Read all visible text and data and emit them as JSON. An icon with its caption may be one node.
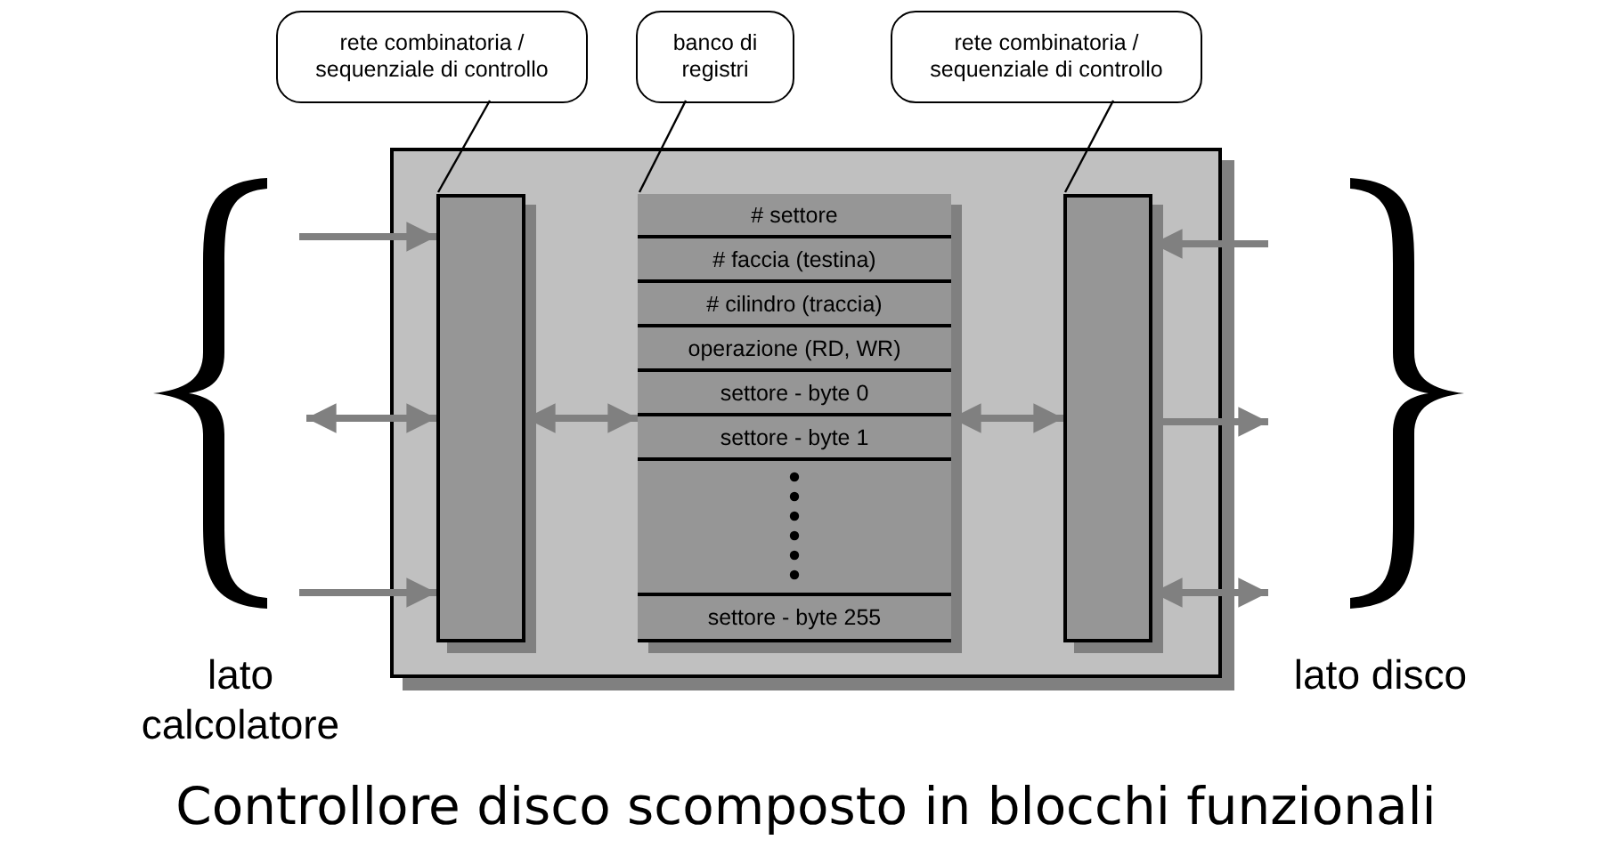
{
  "diagram": {
    "caption": "Controllore disco scomposto in blocchi funzionali",
    "nodes": [
      {
        "text": [],
        "shape": "box"
      },
      {
        "text": [],
        "shape": "box",
        "in": 0
      },
      {
        "text": [],
        "shape": "box",
        "in": 0
      },
      {
        "text": [
          "# settore"
        ],
        "in": 2
      },
      {
        "text": [
          "# faccia (testina)"
        ],
        "in": 2
      },
      {
        "text": [
          "# cilindro (traccia)"
        ],
        "in": 2
      },
      {
        "text": [
          "operazione (RD, WR)"
        ],
        "in": 2
      },
      {
        "text": [
          "settore - byte 0"
        ],
        "in": 2
      },
      {
        "text": [
          "settore - byte 1"
        ],
        "in": 2
      },
      {
        "text": [],
        "shape": "box",
        "in": 2
      },
      {
        "text": [
          "settore - byte 255"
        ],
        "in": 2
      },
      {
        "text": [],
        "shape": "box",
        "in": 0
      },
      {
        "text": [
          "rete combinatoria / sequenziale di controllo"
        ]
      },
      {
        "text": [
          "banco di registri"
        ]
      },
      {
        "text": [
          "rete combinatoria / sequenziale di controllo"
        ]
      }
    ],
    "edges": [
      {
        "from": null,
        "to": 1,
        "arrow": "to"
      },
      {
        "from": null,
        "to": 1,
        "arrow": "both"
      },
      {
        "from": null,
        "to": 1,
        "arrow": "to"
      },
      {
        "from": 1,
        "to": 2,
        "arrow": "both"
      },
      {
        "from": 2,
        "to": 11,
        "arrow": "both"
      },
      {
        "from": null,
        "to": 11,
        "arrow": "to"
      },
      {
        "from": 11,
        "to": null,
        "arrow": "to"
      },
      {
        "from": 11,
        "to": null,
        "arrow": "both"
      },
      {
        "from": 12,
        "to": 1,
        "arrow": "none",
        "color": "#000000"
      },
      {
        "from": 13,
        "to": 2,
        "arrow": "none",
        "color": "#000000"
      },
      {
        "from": 14,
        "to": 11,
        "arrow": "none",
        "color": "#000000"
      }
    ],
    "labels": [
      "lato calcolatore",
      "lato disco"
    ]
  }
}
